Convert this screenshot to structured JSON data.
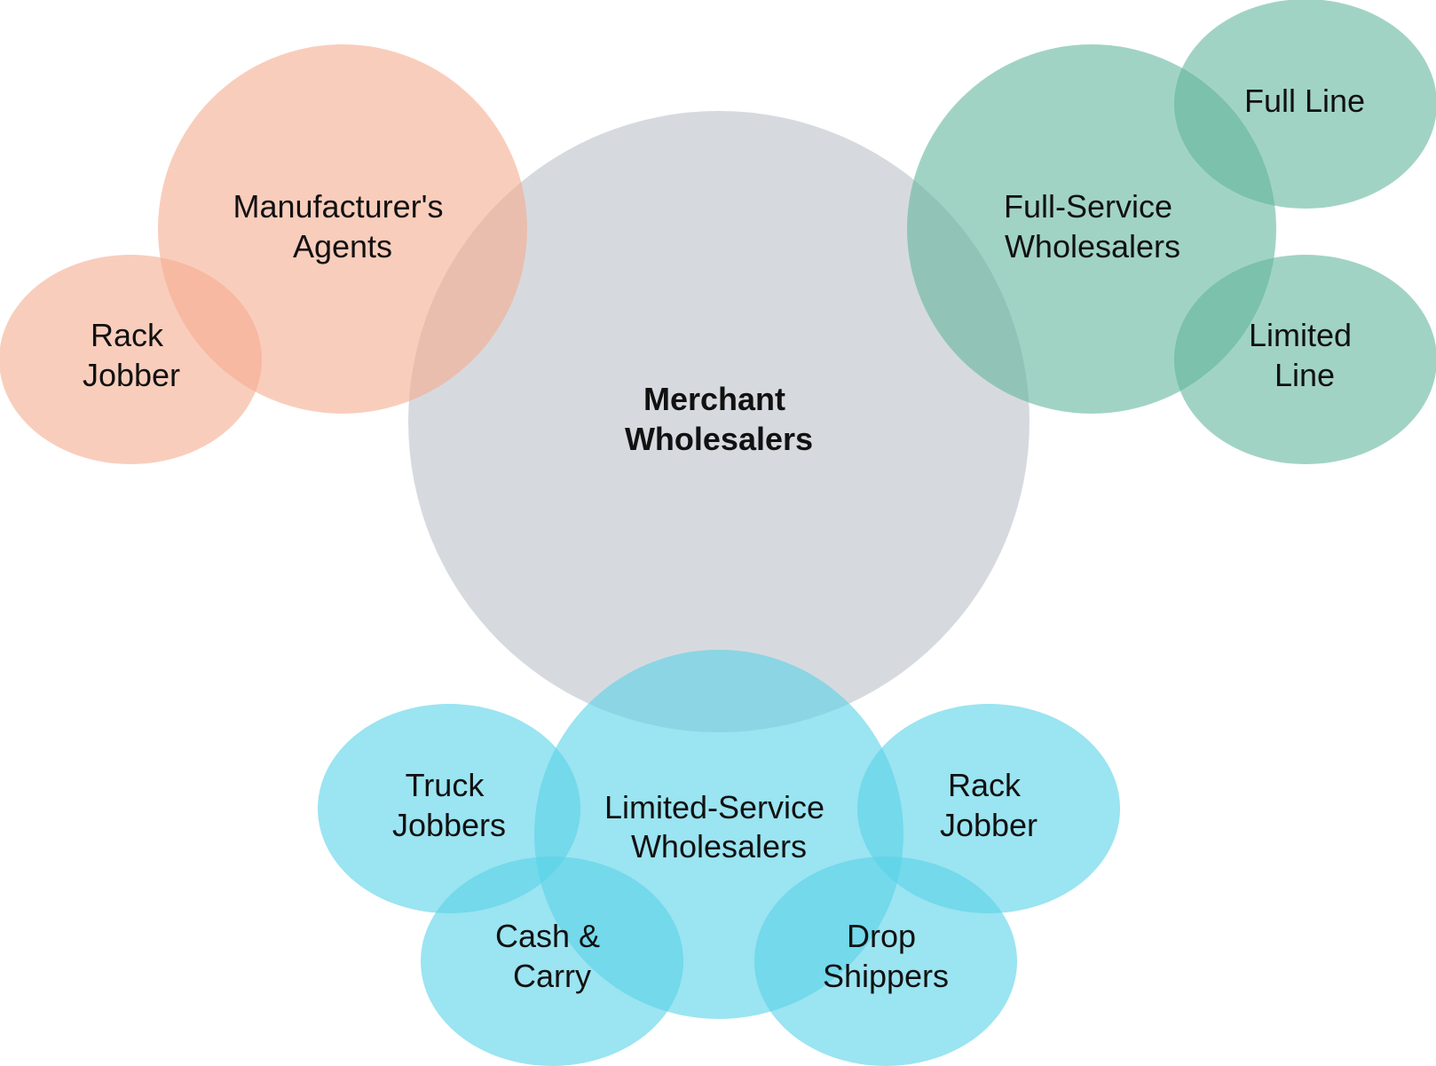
{
  "colors": {
    "center": "#cfd3d9",
    "manufacturers": "#f5ac90",
    "full_service": "#62b59c",
    "limited_service": "#59d2e8"
  },
  "center": {
    "line1": "Merchant",
    "line2": "Wholesalers"
  },
  "manufacturers_agents": {
    "line1": "Manufacturer's",
    "line2": "Agents",
    "rack_jobber": {
      "line1": "Rack",
      "line2": "Jobber"
    }
  },
  "full_service": {
    "line1": "Full-Service",
    "line2": "Wholesalers",
    "full_line": "Full Line",
    "limited_line": {
      "line1": "Limited",
      "line2": "Line"
    }
  },
  "limited_service": {
    "line1": "Limited-Service",
    "line2": "Wholesalers",
    "truck_jobbers": {
      "line1": "Truck",
      "line2": "Jobbers"
    },
    "rack_jobber": {
      "line1": "Rack",
      "line2": "Jobber"
    },
    "cash_carry": {
      "line1": "Cash &",
      "line2": "Carry"
    },
    "drop_shippers": {
      "line1": "Drop",
      "line2": "Shippers"
    }
  }
}
